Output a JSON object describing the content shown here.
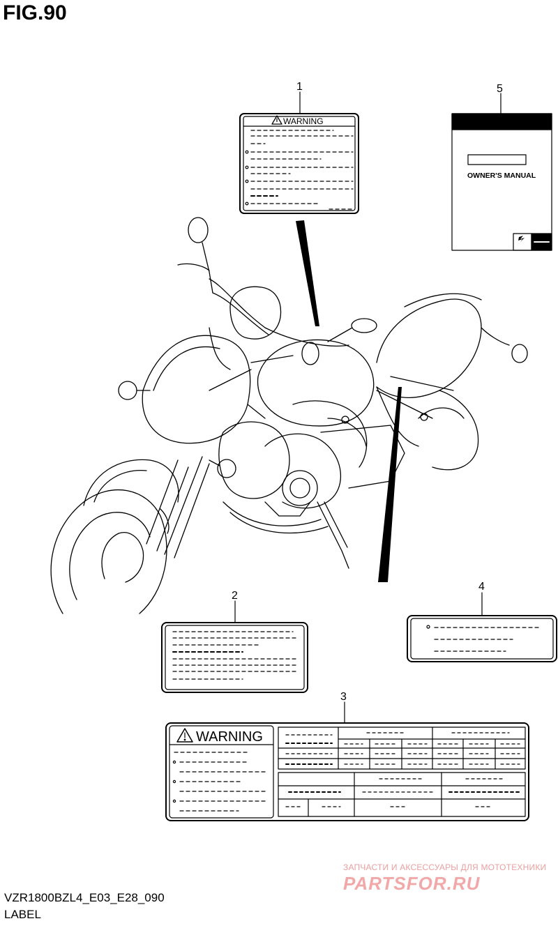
{
  "figure": {
    "title": "FIG.90"
  },
  "callouts": {
    "c1": "1",
    "c2": "2",
    "c3": "3",
    "c4": "4",
    "c5": "5"
  },
  "label1": {
    "header": "WARNING"
  },
  "label3": {
    "header": "WARNING"
  },
  "label5": {
    "manual_text": "OWNER'S MANUAL"
  },
  "footer": {
    "code": "VZR1800BZL4_E03_E28_090",
    "caption": "LABEL"
  },
  "watermark": {
    "tagline": "ЗАПЧАСТИ И АКСЕССУАРЫ ДЛЯ МОТОТЕХНИКИ",
    "logo": "PARTSFOR.RU"
  },
  "colors": {
    "ink": "#000000",
    "watermark": "#f2a8a8"
  }
}
